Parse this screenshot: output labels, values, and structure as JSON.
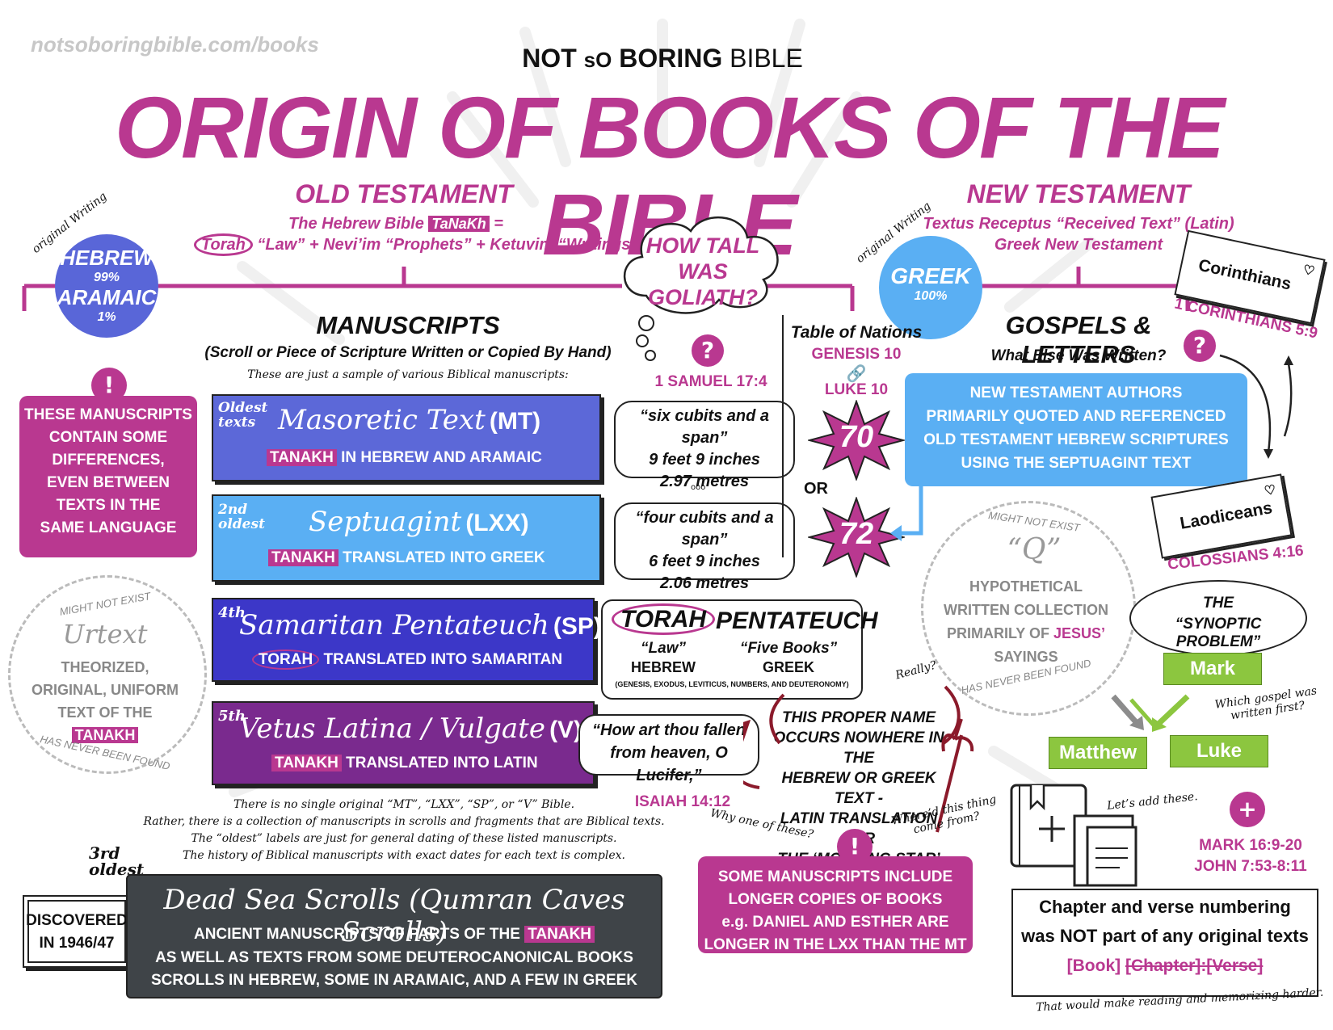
{
  "header": {
    "url": "notsoboringbible.com/books",
    "brand_not": "NOT",
    "brand_so": "sO",
    "brand_boring": "BORING",
    "brand_bible": "BIBLE",
    "title": "ORIGIN OF BOOKS OF THE BIBLE"
  },
  "old_testament": {
    "heading": "OLD TESTAMENT",
    "line1_pre": "The Hebrew Bible",
    "line1_tag": "TaNaKh",
    "line1_post": "=",
    "line2_torah": "Torah",
    "line2_rest": "“Law” + Nevi’im “Prophets” + Ketuvim “Writings”",
    "original_writing": "original Writing",
    "hebrew": "HEBREW",
    "hebrew_pct": "99%",
    "aramaic": "ARAMAIC",
    "aramaic_pct": "1%"
  },
  "new_testament": {
    "heading": "NEW TESTAMENT",
    "line1": "Textus Receptus “Received Text” (Latin)",
    "line2": "Greek New Testament",
    "original_writing": "original Writing",
    "greek": "GREEK",
    "greek_pct": "100%"
  },
  "goliath": {
    "cloud": "HOW TALL WAS GOLIATH?",
    "ref": "1 SAMUEL 17:4",
    "bubble1": [
      "“six cubits and a span”",
      "9 feet 9 inches",
      "2.97 metres"
    ],
    "dots": "ooo",
    "bubble2": [
      "“four cubits and a span”",
      "6 feet 9 inches",
      "2.06 metres"
    ]
  },
  "nations": {
    "title": "Table of Nations",
    "ref1": "GENESIS 10",
    "ref2": "LUKE 10",
    "n1": "70",
    "or": "OR",
    "n2": "72"
  },
  "manuscripts": {
    "heading": "MANUSCRIPTS",
    "sub": "(Scroll or Piece of Scripture Written or Copied By Hand)",
    "note": "These are just a sample of various Biblical manuscripts:",
    "items": [
      {
        "tag": "Oldest texts",
        "name": "Masoretic Text",
        "abbr": "(MT)",
        "hl": "TANAKH",
        "desc": "IN HEBREW AND ARAMAIC"
      },
      {
        "tag": "2nd oldest",
        "name": "Septuagint",
        "abbr": "(LXX)",
        "hl": "TANAKH",
        "desc": "TRANSLATED INTO GREEK"
      },
      {
        "tag": "4th",
        "name": "Samaritan Pentateuch",
        "abbr": "(SP)",
        "hl": "TORAH",
        "desc": "TRANSLATED INTO SAMARITAN"
      },
      {
        "tag": "5th",
        "name": "Vetus Latina / Vulgate",
        "abbr": "(V)",
        "hl": "TANAKH",
        "desc": "TRANSLATED INTO LATIN"
      }
    ],
    "footnote": [
      "There is no single original “MT”, “LXX”, “SP”, or “V” Bible.",
      "Rather, there is a collection of manuscripts in scrolls and fragments that are Biblical texts.",
      "The “oldest” labels are just for general dating of these listed manuscripts.",
      "The history of Biblical manuscripts with exact dates for each text is complex."
    ]
  },
  "left_warning": {
    "icon": "!",
    "lines": [
      "THESE MANUSCRIPTS",
      "CONTAIN SOME",
      "DIFFERENCES,",
      "EVEN BETWEEN",
      "TEXTS IN THE",
      "SAME LANGUAGE"
    ]
  },
  "urtext": {
    "top": "MIGHT NOT EXIST",
    "name": "Urtext",
    "lines": [
      "THEORIZED,",
      "ORIGINAL, UNIFORM",
      "TEXT OF THE"
    ],
    "hl": "TANAKH",
    "bottom": "HAS NEVER BEEN FOUND"
  },
  "torah_box": {
    "torah": "TORAH",
    "torah_means": "“Law”",
    "torah_lang": "HEBREW",
    "pent": "PENTATEUCH",
    "pent_means": "“Five Books”",
    "pent_lang": "GREEK",
    "books": "(GENESIS, EXODUS, LEVITICUS, NUMBERS, AND DEUTERONOMY)"
  },
  "lucifer": {
    "quote": "“How art thou fallen from heaven, O Lucifer,”",
    "ref": "ISAIAH 14:12",
    "really": "Really?",
    "note": [
      "THIS PROPER NAME",
      "OCCURS NOWHERE IN THE",
      "HEBREW OR GREEK TEXT -",
      "LATIN TRANSLATION FOR",
      "THE ‘MORNING STAR’"
    ],
    "why": "Why one of these?",
    "where": "Where’d this thing come from?"
  },
  "dead_sea": {
    "tag": "3rd oldest",
    "title": "Dead Sea Scrolls (Qumran Caves Scrolls)",
    "line1_pre": "ANCIENT MANUSCRIPTS OF PARTS OF THE",
    "line1_hl": "TANAKH",
    "line2": "AS WELL AS TEXTS FROM SOME DEUTEROCANONICAL BOOKS",
    "line3": "SCROLLS IN HEBREW, SOME IN ARAMAIC, AND A FEW IN GREEK",
    "discovered1": "DISCOVERED",
    "discovered2": "IN 1946/47"
  },
  "longer": {
    "icon": "!",
    "lines": [
      "SOME MANUSCRIPTS INCLUDE",
      "LONGER COPIES OF BOOKS",
      "e.g. DANIEL AND ESTHER ARE",
      "LONGER IN THE LXX THAN THE MT"
    ]
  },
  "gospels": {
    "heading": "GOSPELS & LETTERS",
    "sub": "What Else Was Written?",
    "blue": [
      "NEW TESTAMENT AUTHORS",
      "PRIMARILY QUOTED AND REFERENCED",
      "OLD TESTAMENT HEBREW SCRIPTURES",
      "USING THE SEPTUAGINT TEXT"
    ],
    "corinthians": "Corinthians",
    "cor_ref": "1 CORINTHIANS 5:9",
    "laodiceans": "Laodiceans",
    "col_ref": "COLOSSIANS 4:16"
  },
  "q": {
    "top": "MIGHT NOT EXIST",
    "name": "“Q”",
    "lines": [
      "HYPOTHETICAL",
      "WRITTEN COLLECTION"
    ],
    "line3_pre": "PRIMARILY OF",
    "line3_hl": "JESUS’",
    "line4": "SAYINGS",
    "bottom": "HAS NEVER BEEN FOUND"
  },
  "synoptic": {
    "title1": "THE",
    "title2": "“SYNOPTIC PROBLEM”",
    "mark": "Mark",
    "matthew": "Matthew",
    "luke": "Luke",
    "which": "Which gospel was written first?"
  },
  "additions": {
    "lets_add": "Let’s add these.",
    "ref1": "MARK 16:9-20",
    "ref2": "JOHN 7:53-8:11"
  },
  "chapter": {
    "line1": "Chapter and verse numbering",
    "line2": "was NOT part of any original texts",
    "book": "[Book]",
    "chverse": "[Chapter]:[Verse]",
    "note": "That would make reading and memorizing harder."
  }
}
